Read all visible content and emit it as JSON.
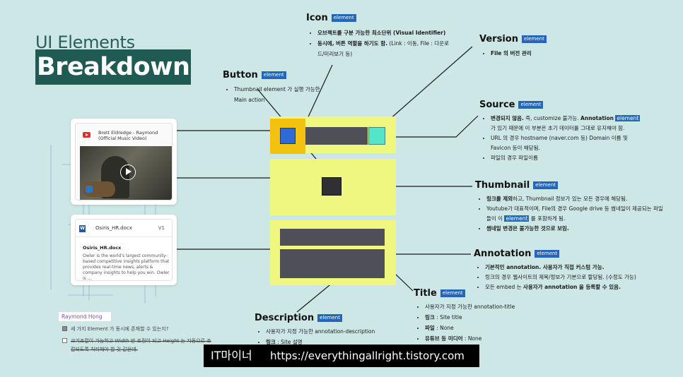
{
  "header": {
    "subtitle": "UI Elements",
    "title": "Breakdown"
  },
  "tag_label": "element",
  "icon_section": {
    "title": "Icon",
    "notes": [
      {
        "bold": "오브젝트를 구분 가능한 최소단위 (Visual Identifier)",
        "rest": ""
      },
      {
        "bold": "동시에, 버튼 역할을 하기도 함.",
        "rest": " (Link : 이동, File : 다운로드/미리보기 등)"
      }
    ]
  },
  "version_section": {
    "title": "Version",
    "notes": [
      {
        "bold": "File 의 버전 관리",
        "rest": ""
      }
    ]
  },
  "button_section": {
    "title": "Button",
    "notes": [
      {
        "bold": "",
        "rest": "Thumbnail element 가 실행 가능한 Main action"
      }
    ]
  },
  "source_section": {
    "title": "Source",
    "note1": {
      "bold1": "변경되지 않음.",
      "mid": " 즉, customize 불가능. ",
      "bold2": "Annotation",
      "hl": "element",
      "rest": " 가 있기 때문에 이 부분은 초기 데이터를 그대로 유지해야 함."
    },
    "note2": "URL 의 경우 hostname (naver.com 등) Domain 이름 및 Favicon 등이 해당됨.",
    "note3": "파일의 경우 파일이름"
  },
  "thumbnail_section": {
    "title": "Thumbnail",
    "note1": {
      "bold": "링크를 제외",
      "rest": "하고, Thumbnail 정보가 있는 모든 경우에 해당됨."
    },
    "note2": {
      "pre": "Youtube가 대표적이며, File의 경우 Google drive 등 썸네일이 제공되는 파일들이 이 ",
      "hl": "element",
      "post": " 를 포함하게 됨."
    },
    "note3": "썸네일 변경은 불가능한 것으로 보임."
  },
  "annotation_section": {
    "title": "Annotation",
    "note1": "기본적인 annotation. 사용자가 직접 커스텀 가능.",
    "note2": "링크의 경우 웹사이트의 제목/정보가 기본으로 할당됨. (수정도 가능)",
    "note3": {
      "pre": "모든 embed 는 ",
      "bold": "사용자가 annotation 을 등록할 수 있음.",
      "post": ""
    }
  },
  "title_section": {
    "title": "Title",
    "notes": [
      {
        "bold": "",
        "rest": "사용자가 지정 가능한 annotation-title"
      },
      {
        "bold": "링크",
        "rest": " : Site title"
      },
      {
        "bold": "파일",
        "rest": " : None"
      },
      {
        "bold": "유튜브 등 미디어",
        "rest": " : None"
      }
    ]
  },
  "description_section": {
    "title": "Description",
    "notes": [
      {
        "bold": "",
        "rest": "사용자가 지정 가능한 annotation-description"
      },
      {
        "bold": "링크",
        "rest": " : Site 설명"
      }
    ]
  },
  "youtube_card": {
    "title": "Brett Eldredge - Raymond (Official Music Video)",
    "icon": "youtube-icon"
  },
  "doc_card": {
    "filename": "Osiris_HR.docx",
    "version": "V1",
    "name": "Osiris_HR.docx",
    "description": "Owler is the world's largest community-based competitive insights platform that provides real-time news, alerts & company insights to help you win. Owler is ...",
    "icon": "word-icon",
    "icon_letter": "W"
  },
  "sticky_note": {
    "author": "Raymond Hong"
  },
  "checklist": [
    {
      "text": "세 가지 Element 가 동시에 존재할 수 있는지?",
      "checked": true
    },
    {
      "text": "크기조절이 가능하고 Width 만 조정이 되고 Height 는 자동으로 조",
      "text2": "절되도록 처리해야 할 것 같은데.",
      "checked": false
    }
  ],
  "watermark": {
    "brand": "IT마이너",
    "url": "https://everythingallright.tistory.com"
  },
  "colors": {
    "background": "#cde6e6",
    "header_block": "#1f5b53",
    "wireframe_yellow": "#eff77e",
    "button_orange": "#f3c20f",
    "icon_blue": "#2e6bd6",
    "source_teal": "#54e4c8",
    "bar_gray": "#4f4f57",
    "tag_blue": "#2466b8"
  }
}
